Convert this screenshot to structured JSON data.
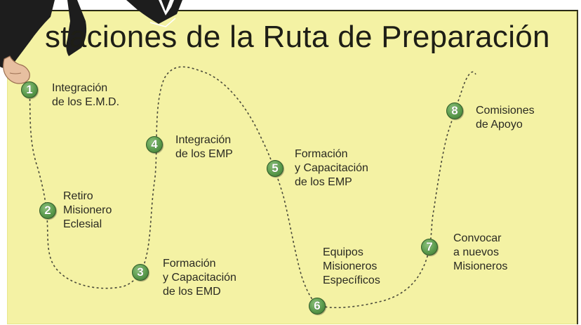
{
  "title": "staciones de la Ruta de Preparación",
  "colors": {
    "background": "#f4f2a4",
    "station_fill": "#5a9a4c",
    "route_line": "#4a4a3a",
    "text": "#2a2a22"
  },
  "decor": {
    "cartoon_figure": "figure-legs-icon",
    "hand": "pointing-hand-icon"
  },
  "stations": [
    {
      "number": "1",
      "lines": [
        "Integración",
        "de los E.M.D."
      ]
    },
    {
      "number": "2",
      "lines": [
        "Retiro",
        "Misionero",
        "Eclesial"
      ]
    },
    {
      "number": "3",
      "lines": [
        "Formación",
        "y Capacitación",
        "de los EMD"
      ]
    },
    {
      "number": "4",
      "lines": [
        "Integración",
        "de los EMP"
      ]
    },
    {
      "number": "5",
      "lines": [
        "Formación",
        "y Capacitación",
        "de los EMP"
      ]
    },
    {
      "number": "6",
      "lines": [
        "Equipos",
        "Misioneros",
        "Específicos"
      ]
    },
    {
      "number": "7",
      "lines": [
        "Convocar",
        "a nuevos",
        "Misioneros"
      ]
    },
    {
      "number": "8",
      "lines": [
        "Comisiones",
        "de Apoyo"
      ]
    }
  ]
}
